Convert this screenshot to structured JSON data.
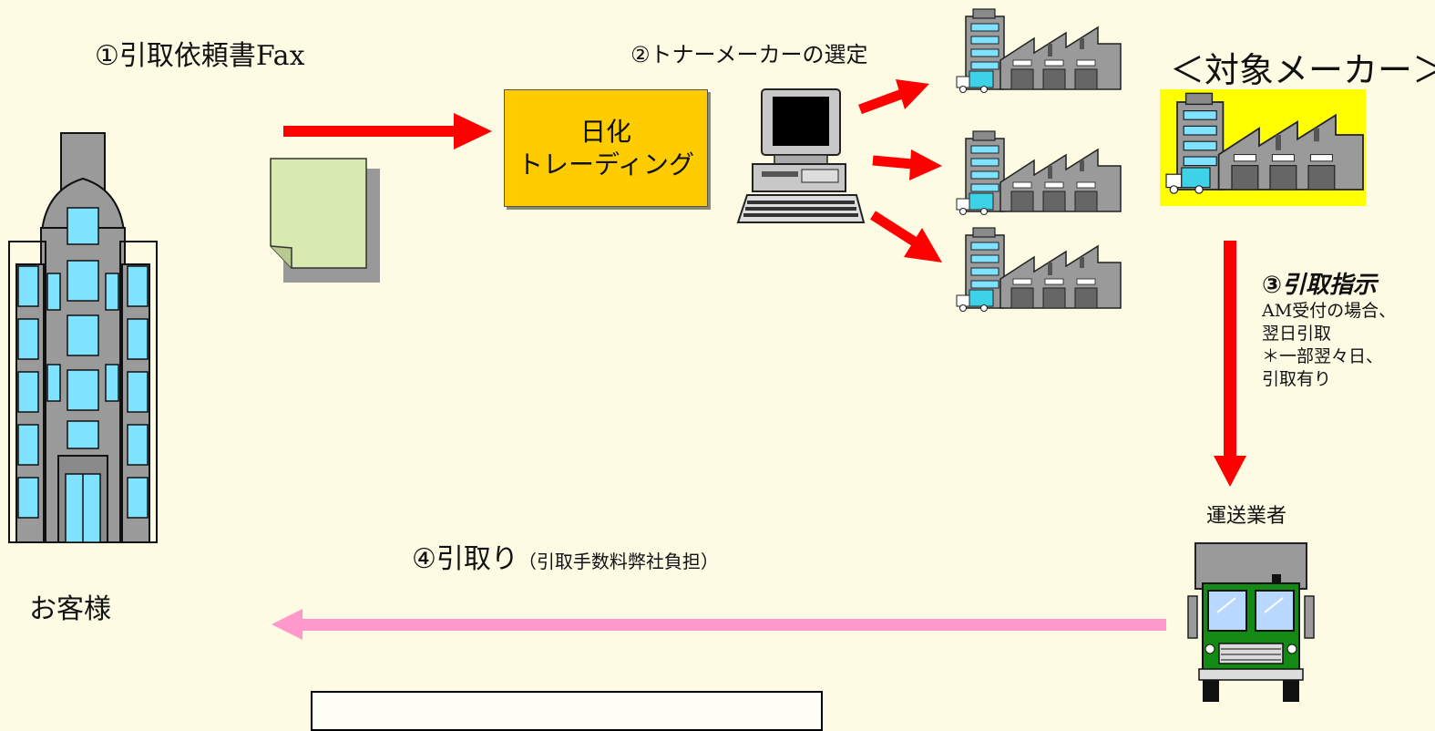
{
  "labels": {
    "step1_text": "①引取依頼書",
    "step1_fax": "Fax",
    "step2": "②トナーメーカーの選定",
    "target": "＜対象メーカー＞",
    "nikka_line1": "日化",
    "nikka_line2": "トレーディング",
    "step3_title": "③引取指示",
    "step3_note": [
      "AM受付の場合、",
      "翌日引取",
      "＊一部翌々日、",
      "引取有り"
    ],
    "carrier": "運送業者",
    "step4": "④引取り",
    "step4_note": "（引取手数料弊社負担）",
    "customer": "お客様"
  },
  "colors": {
    "background": "#fdfbe3",
    "red_arrow": "#ff0000",
    "pink_arrow": "#ff99cc",
    "nikka_box": "#ffcc00",
    "target_highlight": "#ffff00",
    "document": "#d9eab0",
    "building": "#9a9a9a",
    "window": "#7fe3ff",
    "truck_green": "#138a13"
  },
  "icons": [
    "office-building-icon",
    "document-icon",
    "computer-icon",
    "factory-icon",
    "truck-icon"
  ]
}
